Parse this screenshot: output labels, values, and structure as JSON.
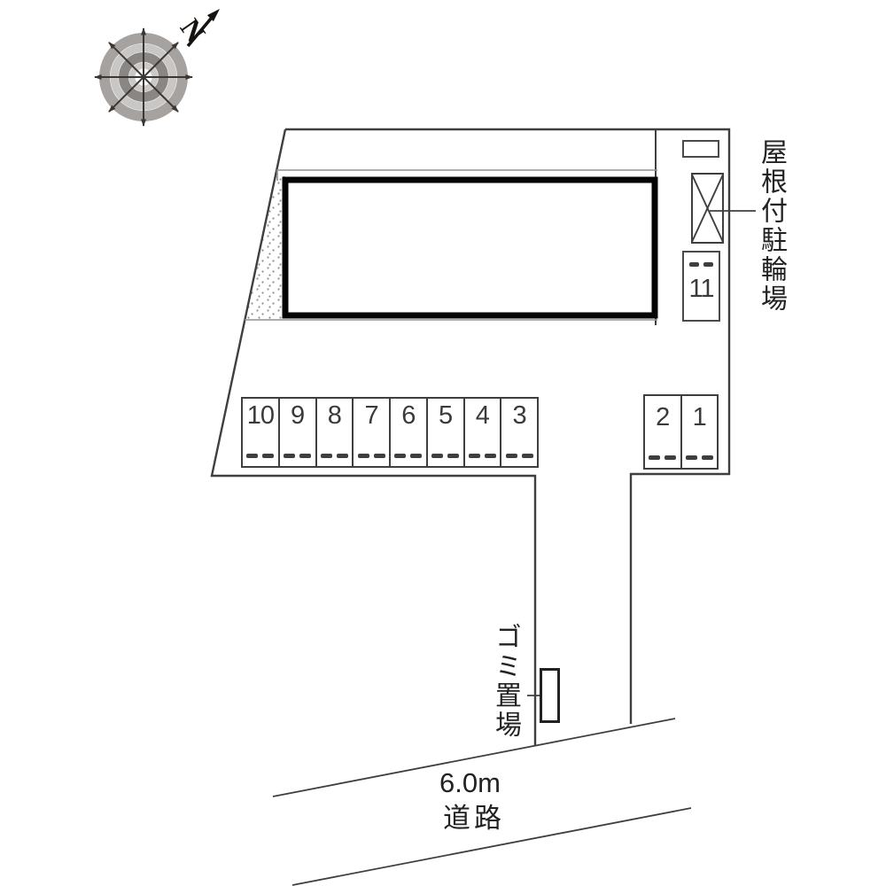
{
  "compass": {
    "north_label": "N"
  },
  "parking": {
    "main_row_stalls": [
      "10",
      "9",
      "8",
      "7",
      "6",
      "5",
      "4",
      "3"
    ],
    "entrance_row_stalls": [
      "2",
      "1"
    ],
    "stall_11": "11",
    "bicycle_parking_label": "屋根付駐輪場"
  },
  "garbage": {
    "label": "ゴミ置場"
  },
  "road": {
    "width_label": "6.0m",
    "name_label": "道路"
  },
  "colors": {
    "outline": "#3f3f3f",
    "building_border": "#000000",
    "compass_ring_outer": "#a5a2a0",
    "compass_ring_light": "#c9c7c5",
    "compass_ring_dark": "#8a8683"
  }
}
